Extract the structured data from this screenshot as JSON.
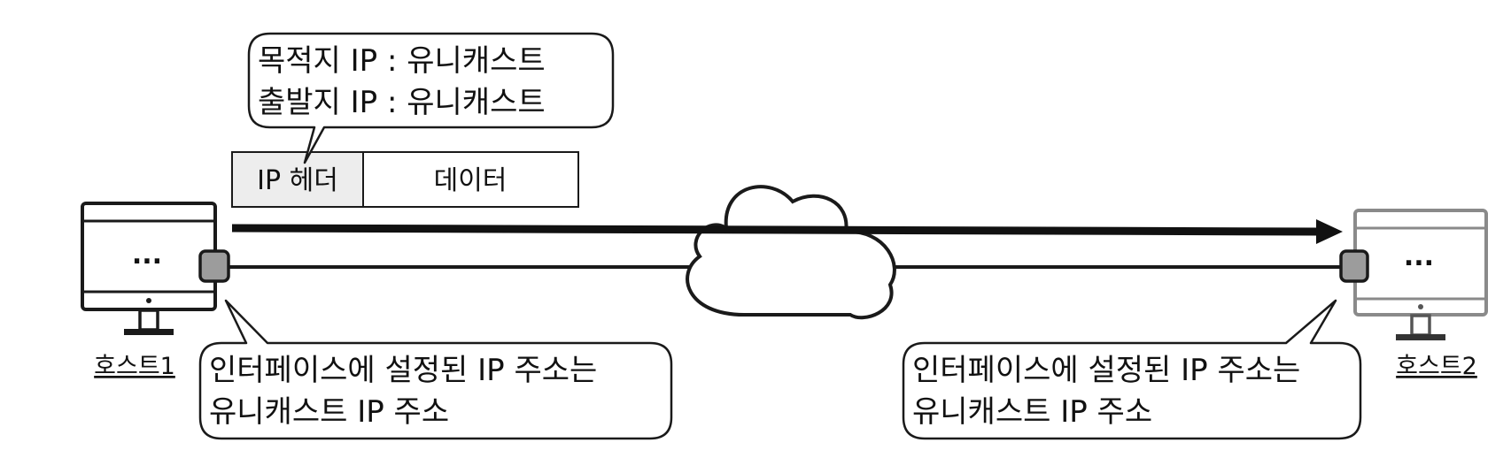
{
  "callout_header": {
    "line1": "목적지 IP : 유니캐스트",
    "line2": "출발지 IP : 유니캐스트"
  },
  "packet": {
    "header_label": "IP 헤더",
    "data_label": "데이터"
  },
  "host1": {
    "label": "호스트1",
    "screen_text": "..."
  },
  "host2": {
    "label": "호스트2",
    "screen_text": "..."
  },
  "callout_host1": {
    "line1": "인터페이스에 설정된 IP 주소는",
    "line2": "유니캐스트 IP 주소"
  },
  "callout_host2": {
    "line1": "인터페이스에 설정된 IP 주소는",
    "line2": "유니캐스트 IP 주소"
  },
  "colors": {
    "stroke": "#1a1a1a",
    "interface": "#9c9c9c",
    "header_fill": "#ededed",
    "host2_gray": "#8a8a8a"
  }
}
